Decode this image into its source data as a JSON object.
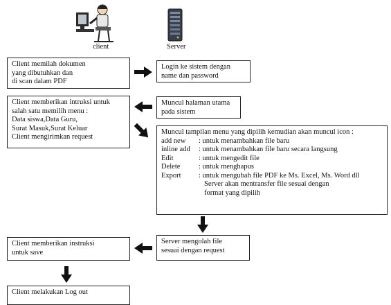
{
  "icons": {
    "client_label": "client",
    "server_label": "Server"
  },
  "boxes": {
    "client_choose": [
      "Client memilah dokumen",
      "yang dibutuhkan dan",
      "di scan dalam PDF"
    ],
    "server_login": [
      "Login ke sistem dengan",
      "name dan password"
    ],
    "client_instruct": [
      "Client memberikan intruksi untuk",
      "salah satu memilih menu :",
      "Data siswa,Data Guru,",
      "Surat Masuk,Surat Keluar",
      "Client mengirimkan request"
    ],
    "server_home": [
      "Muncul halaman utama",
      "pada sistem"
    ],
    "menu_box": {
      "header": "Muncul tampilan menu yang dipilih kemudian akan muncul icon :",
      "items": [
        {
          "key": "add new",
          "desc": ": untuk menambahkan file baru"
        },
        {
          "key": "inline add",
          "desc": ": untuk menambahkan file baru secara langsung"
        },
        {
          "key": "Edit",
          "desc": ": untuk mengedit file"
        },
        {
          "key": "Delete",
          "desc": ": untuk menghapus"
        },
        {
          "key": "Export",
          "desc": ": untuk mengubah file PDF ke Ms. Excel, Ms. Word dll"
        }
      ],
      "tail": [
        "Server akan mentransfer file sesuai dengan",
        "format yang dipilih"
      ]
    },
    "server_process": [
      "Server mengolah file",
      "sesuai dengan request"
    ],
    "client_save": [
      "Client memberikan instruksi",
      "untuk save"
    ],
    "client_logout": [
      "Client melakukan Log out"
    ]
  },
  "colors": {
    "arrow": "#111111",
    "border": "#222222",
    "server_body": "#3a3f4a"
  }
}
